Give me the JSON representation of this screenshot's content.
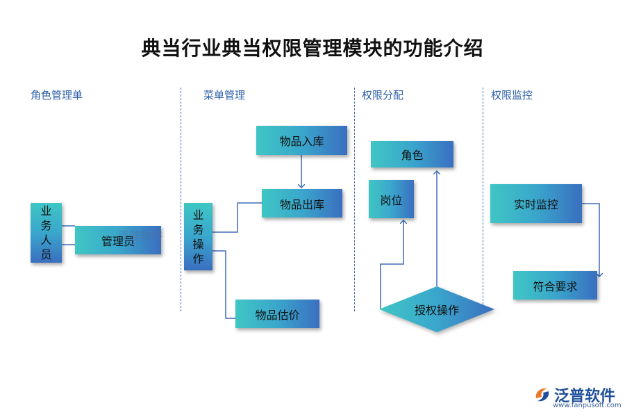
{
  "title": "典当行业典当权限管理模块的功能介绍",
  "columns": [
    {
      "label": "角色管理单"
    },
    {
      "label": "菜单管理"
    },
    {
      "label": "权限分配"
    },
    {
      "label": "权限监控"
    }
  ],
  "nodes": {
    "staff": "业务人员",
    "admin": "管理员",
    "biz_ops": "业务操作",
    "goods_in": "物品入库",
    "goods_out": "物品出库",
    "goods_valuation": "物品估价",
    "role": "角色",
    "position": "岗位",
    "authorize": "授权操作",
    "realtime_monitor": "实时监控",
    "compliant": "符合要求"
  },
  "watermark": "泛普软件",
  "logo": {
    "name": "泛普软件",
    "url": "www.fanpusoft.com"
  },
  "colors": {
    "box_gradient_start": "#3fc6c4",
    "box_gradient_end": "#3a6fc0",
    "line": "#3e6cb5",
    "header": "#2a5da8"
  }
}
